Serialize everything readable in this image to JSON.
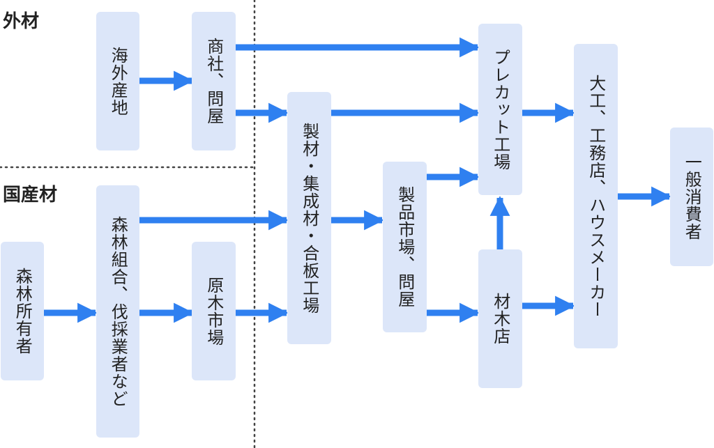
{
  "sections": {
    "imported": "外材",
    "domestic": "国産材"
  },
  "nodes": {
    "overseas_production": "海外産地",
    "trading_wholesale": "商社、問屋",
    "forest_owner": "森林所有者",
    "forest_union": "森林組合、伐採業者など",
    "log_market": "原木市場",
    "sawmill": "製材・集成材・合板工場",
    "product_market": "製品市場、問屋",
    "precut_factory": "プレカット工場",
    "lumber_store": "材木店",
    "builders": "大工、工務店、ハウスメーカー",
    "consumers": "一般消費者"
  },
  "colors": {
    "box": "#dce6f9",
    "arrow": "#2f80f0",
    "divider": "#444444"
  }
}
